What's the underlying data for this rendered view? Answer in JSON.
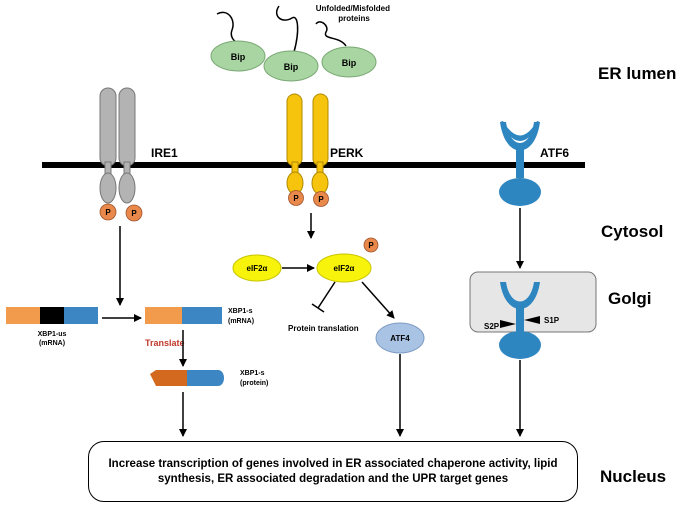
{
  "regions": {
    "er_lumen": "ER lumen",
    "cytosol": "Cytosol",
    "golgi": "Golgi",
    "nucleus": "Nucleus"
  },
  "proteins_label": "Unfolded/Misfolded proteins",
  "bip_label": "Bip",
  "receptors": {
    "ire1": "IRE1",
    "perk": "PERK",
    "atf6": "ATF6"
  },
  "phospho": "P",
  "ire1_pathway": {
    "xbp1_us": "XBP1-us",
    "xbp1_us_sub": "(mRNA)",
    "xbp1_s": "XBP1-s",
    "xbp1_s_mrna_sub": "(mRNA)",
    "translate": "Translate",
    "xbp1_s_protein": "XBP1-s",
    "xbp1_s_protein_sub": "(protein)"
  },
  "perk_pathway": {
    "eif2a": "eIF2α",
    "eif2a_p": "eIF2α",
    "protein_translation": "Protein translation",
    "atf4": "ATF4"
  },
  "atf6_pathway": {
    "s2p": "S2P",
    "s1p": "S1P"
  },
  "nucleus_text": "Increase transcription of genes involved in ER associated chaperone activity, lipid synthesis, ER associated degradation and the UPR target genes",
  "colors": {
    "bip": "#a8d5a2",
    "ire1": "#b3b3b3",
    "perk": "#f6c40c",
    "atf6": "#2e86c1",
    "phospho": "#e8884a",
    "eif2a": "#f7f30a",
    "atf4": "#a9c3e4",
    "mrna_orange": "#f29b4c",
    "mrna_blue": "#3b86c3",
    "protein_orange": "#d2691e",
    "golgi_bg": "#e6e6e6",
    "translate_text": "#c0392b"
  }
}
